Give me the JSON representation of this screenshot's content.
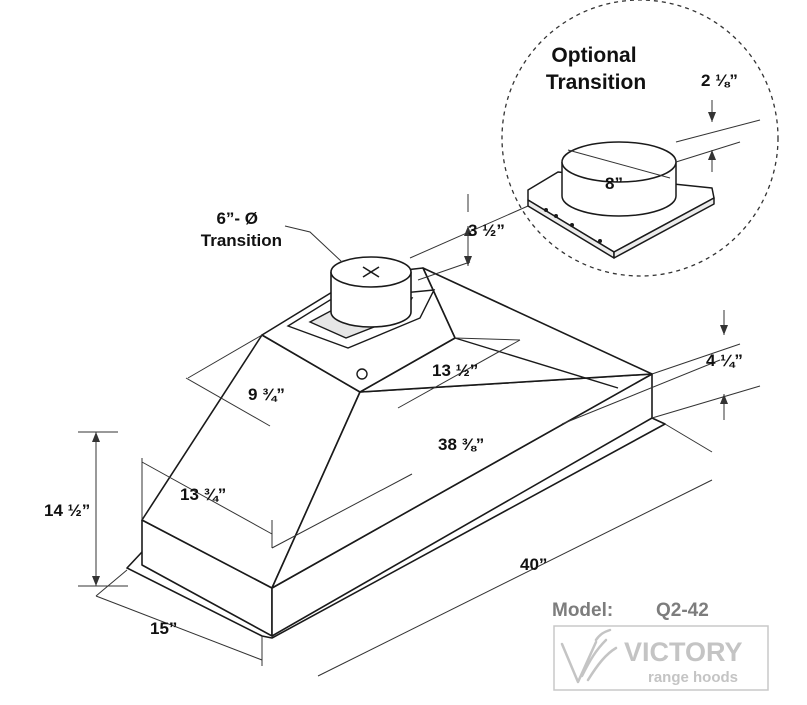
{
  "optional_transition": {
    "title_line1": "Optional",
    "title_line2": "Transition",
    "dim_height": "2 ⅛”",
    "dim_diameter": "8”"
  },
  "main_transition": {
    "label_line1": "6”- Ø",
    "label_line2": "Transition"
  },
  "dimensions": {
    "collar_height": "3 ½”",
    "top_depth": "9 ¾”",
    "top_width": "13 ½”",
    "lip_height": "4 ¼”",
    "inner_width": "38 ⅜”",
    "slope_depth": "13 ¾”",
    "total_height": "14 ½”",
    "total_width": "40”",
    "total_depth": "15”"
  },
  "model": {
    "label": "Model:",
    "value": "Q2-42"
  },
  "brand": {
    "name": "VICTORY",
    "tagline": "range hoods"
  },
  "colors": {
    "line": "#1a1a1a",
    "watermark": "#c4c4c4",
    "model_text": "#7d7d7d"
  }
}
